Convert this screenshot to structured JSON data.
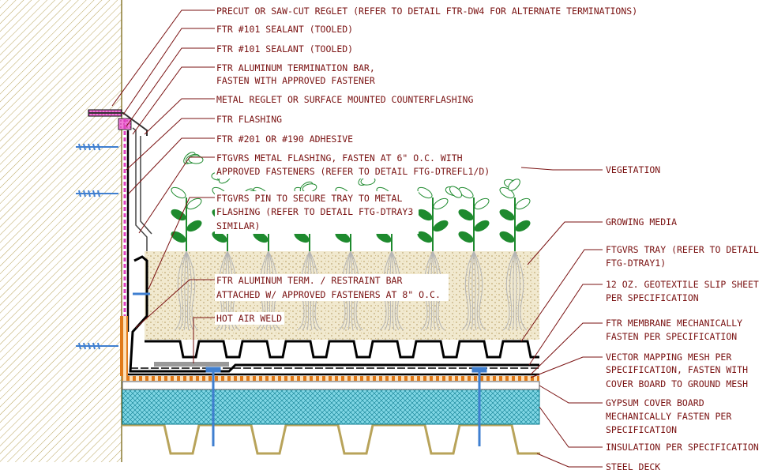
{
  "colors": {
    "label_text": "#7a1212",
    "leader": "#7a1212",
    "wall_hatch": "#b8a35a",
    "cover_board": "#6fd0e0",
    "insulation_hatch": "#0b7c8f",
    "sealant": "#e040c0",
    "fastener": "#3f7fd0",
    "mesh": "#e07a1a",
    "vegetation": "#1e8a2e",
    "growing_media": "#efe6c8",
    "roots": "#b0b0b0",
    "tray": "#000000"
  },
  "labels_left": {
    "reglet": "PRECUT OR SAW-CUT REGLET (REFER TO DETAIL FTR-DW4 FOR ALTERNATE TERMINATIONS)",
    "sealant_1": "FTR #101 SEALANT (TOOLED)",
    "sealant_2": "FTR #101 SEALANT (TOOLED)",
    "term_bar_1": "FTR ALUMINUM TERMINATION BAR,",
    "term_bar_2": "FASTEN WITH APPROVED FASTENER",
    "counterflashing": "METAL REGLET OR SURFACE MOUNTED COUNTERFLASHING",
    "flashing": "FTR FLASHING",
    "adhesive": "FTR #201 OR #190 ADHESIVE",
    "metal_flashing_1": "FTGVRS METAL FLASHING, FASTEN AT 6\" O.C. WITH",
    "metal_flashing_2": "APPROVED FASTENERS (REFER TO DETAIL FTG-DTREFL1/D)",
    "pin_1": "FTGVRS PIN TO SECURE TRAY TO METAL",
    "pin_2": "FLASHING (REFER TO DETAIL FTG-DTRAY3",
    "pin_3": "SIMILAR)",
    "restraint_1": "FTR ALUMINUM TERM. / RESTRAINT BAR",
    "restraint_2": "ATTACHED W/ APPROVED FASTENERS AT 8\" O.C.",
    "hot_air_weld": "HOT AIR WELD"
  },
  "labels_right": {
    "vegetation": "VEGETATION",
    "growing_media": "GROWING MEDIA",
    "tray_1": "FTGVRS TRAY (REFER TO DETAIL",
    "tray_2": "FTG-DTRAY1)",
    "geotextile_1": "12 OZ. GEOTEXTILE SLIP SHEET",
    "geotextile_2": "PER SPECIFICATION",
    "membrane_1": "FTR MEMBRANE MECHANICALLY",
    "membrane_2": "FASTEN PER SPECIFICATION",
    "mesh_1": "VECTOR MAPPING MESH PER",
    "mesh_2": "SPECIFICATION, FASTEN WITH",
    "mesh_3": "COVER BOARD TO GROUND MESH",
    "cover_1": "GYPSUM COVER BOARD",
    "cover_2": "MECHANICALLY FASTEN PER",
    "cover_3": "SPECIFICATION",
    "insulation": "INSULATION PER SPECIFICATION",
    "steel_deck": "STEEL DECK"
  }
}
